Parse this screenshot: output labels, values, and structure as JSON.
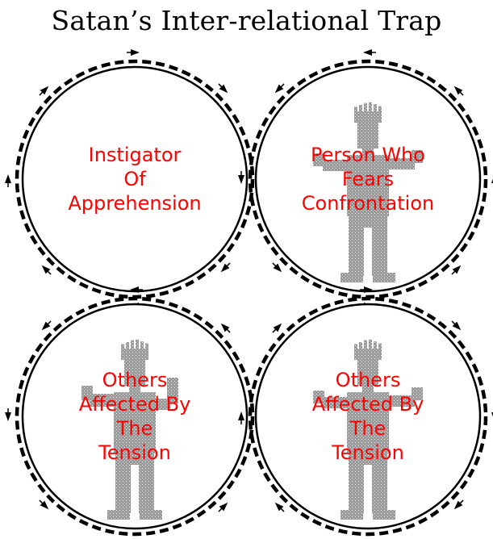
{
  "title": "Satan’s Inter-relational Trap",
  "colors": {
    "label": "#ff0000",
    "outline": "#000000",
    "figure": "#999999"
  },
  "circles": [
    {
      "id": "instigator",
      "label_lines": [
        "Instigator",
        "Of",
        "Apprehension"
      ],
      "has_figure": false,
      "figure_pose": "none",
      "flow": "clockwise"
    },
    {
      "id": "fearful-person",
      "label_lines": [
        "Person Who",
        "Fears",
        "Confrontation"
      ],
      "has_figure": true,
      "figure_pose": "arms-out",
      "flow": "counter-clockwise"
    },
    {
      "id": "others-left",
      "label_lines": [
        "Others",
        "Affected By",
        "The",
        "Tension"
      ],
      "has_figure": true,
      "figure_pose": "arms-up",
      "flow": "counter-clockwise"
    },
    {
      "id": "others-right",
      "label_lines": [
        "Others",
        "Affected By",
        "The",
        "Tension"
      ],
      "has_figure": true,
      "figure_pose": "arms-out",
      "flow": "clockwise"
    }
  ]
}
